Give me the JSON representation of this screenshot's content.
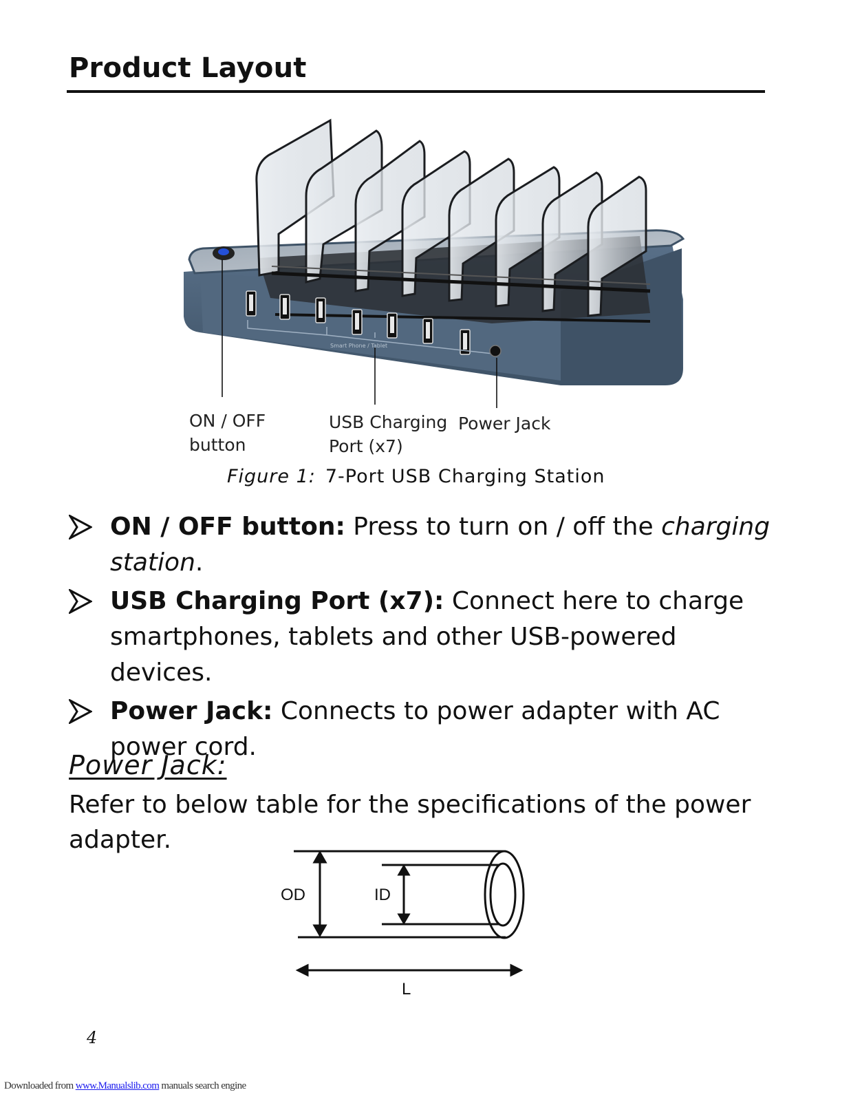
{
  "heading": "Product Layout",
  "figure": {
    "callouts": {
      "on_off_line1": "ON / OFF",
      "on_off_line2": "button",
      "usb_line1": "USB Charging",
      "usb_line2": "Port (x7)",
      "power_jack": "Power Jack"
    },
    "caption_label": "Figure  1:",
    "caption_text": "7-Port  USB  Charging  Station",
    "device_print": "Smart Phone / Tablet"
  },
  "bullets": [
    {
      "term": "ON / OFF button:",
      "text": " Press to turn on / off the ",
      "em": "charging station",
      "after": "."
    },
    {
      "term": "USB Charging Port (x7):",
      "text": " Connect here to charge smartphones, tablets and other USB-powered devices."
    },
    {
      "term": "Power Jack:",
      "text": " Connects to power adapter with AC power cord."
    }
  ],
  "power_jack_section": {
    "title": "Power  Jack:",
    "text": "Refer to below table for the specifications of the power adapter.",
    "labels": {
      "od": "OD",
      "id": "ID",
      "l": "L"
    }
  },
  "page_number": "4",
  "footer": {
    "prefix": "Downloaded from ",
    "link": "www.Manualslib.com",
    "suffix": " manuals search engine"
  },
  "colors": {
    "base": "#4a6078",
    "base_dark": "#34465a",
    "power_button": "#2450d8"
  }
}
